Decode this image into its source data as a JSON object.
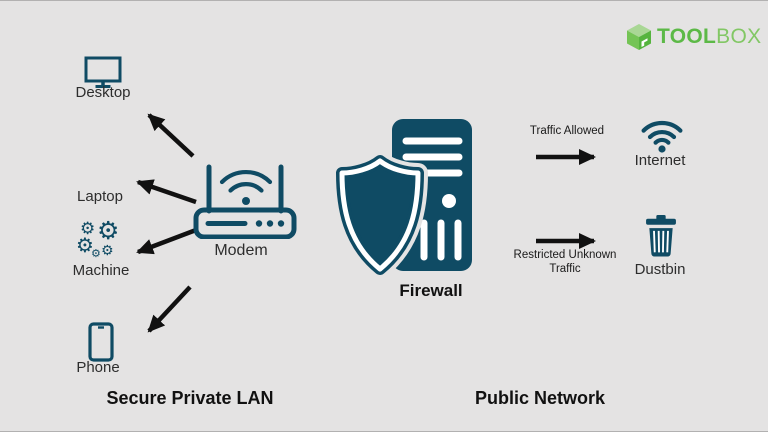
{
  "logo": {
    "name_bold": "TOOL",
    "name_light": "BOX",
    "icon": "cube-icon"
  },
  "lan": {
    "title": "Secure Private LAN",
    "modem": {
      "label": "Modem",
      "icon": "router-icon"
    },
    "devices": [
      {
        "label": "Desktop",
        "icon": "monitor-icon"
      },
      {
        "label": "Laptop",
        "icon": null
      },
      {
        "label": "Machine",
        "icon": "gears-icon"
      },
      {
        "label": "Phone",
        "icon": "smartphone-icon"
      }
    ]
  },
  "firewall": {
    "label": "Firewall",
    "icon": "shield-server-icon"
  },
  "public_network": {
    "title": "Public Network",
    "flows": [
      {
        "label": "Traffic Allowed",
        "target": {
          "label": "Internet",
          "icon": "wifi-icon"
        }
      },
      {
        "label": "Restricted Unknown Traffic",
        "target": {
          "label": "Dustbin",
          "icon": "trash-icon"
        }
      }
    ]
  },
  "icons": {
    "gear_glyph": "⚙"
  },
  "colors": {
    "teal": "#0f4b64",
    "arrow": "#111111",
    "bg": "#e4e3e3",
    "text": "#2d2d2d",
    "title": "#111111",
    "green_dark": "#5cb947",
    "green_light": "#82c765",
    "cube_top": "#a9d795",
    "cube_left": "#74c455",
    "cube_right": "#55b43e"
  }
}
